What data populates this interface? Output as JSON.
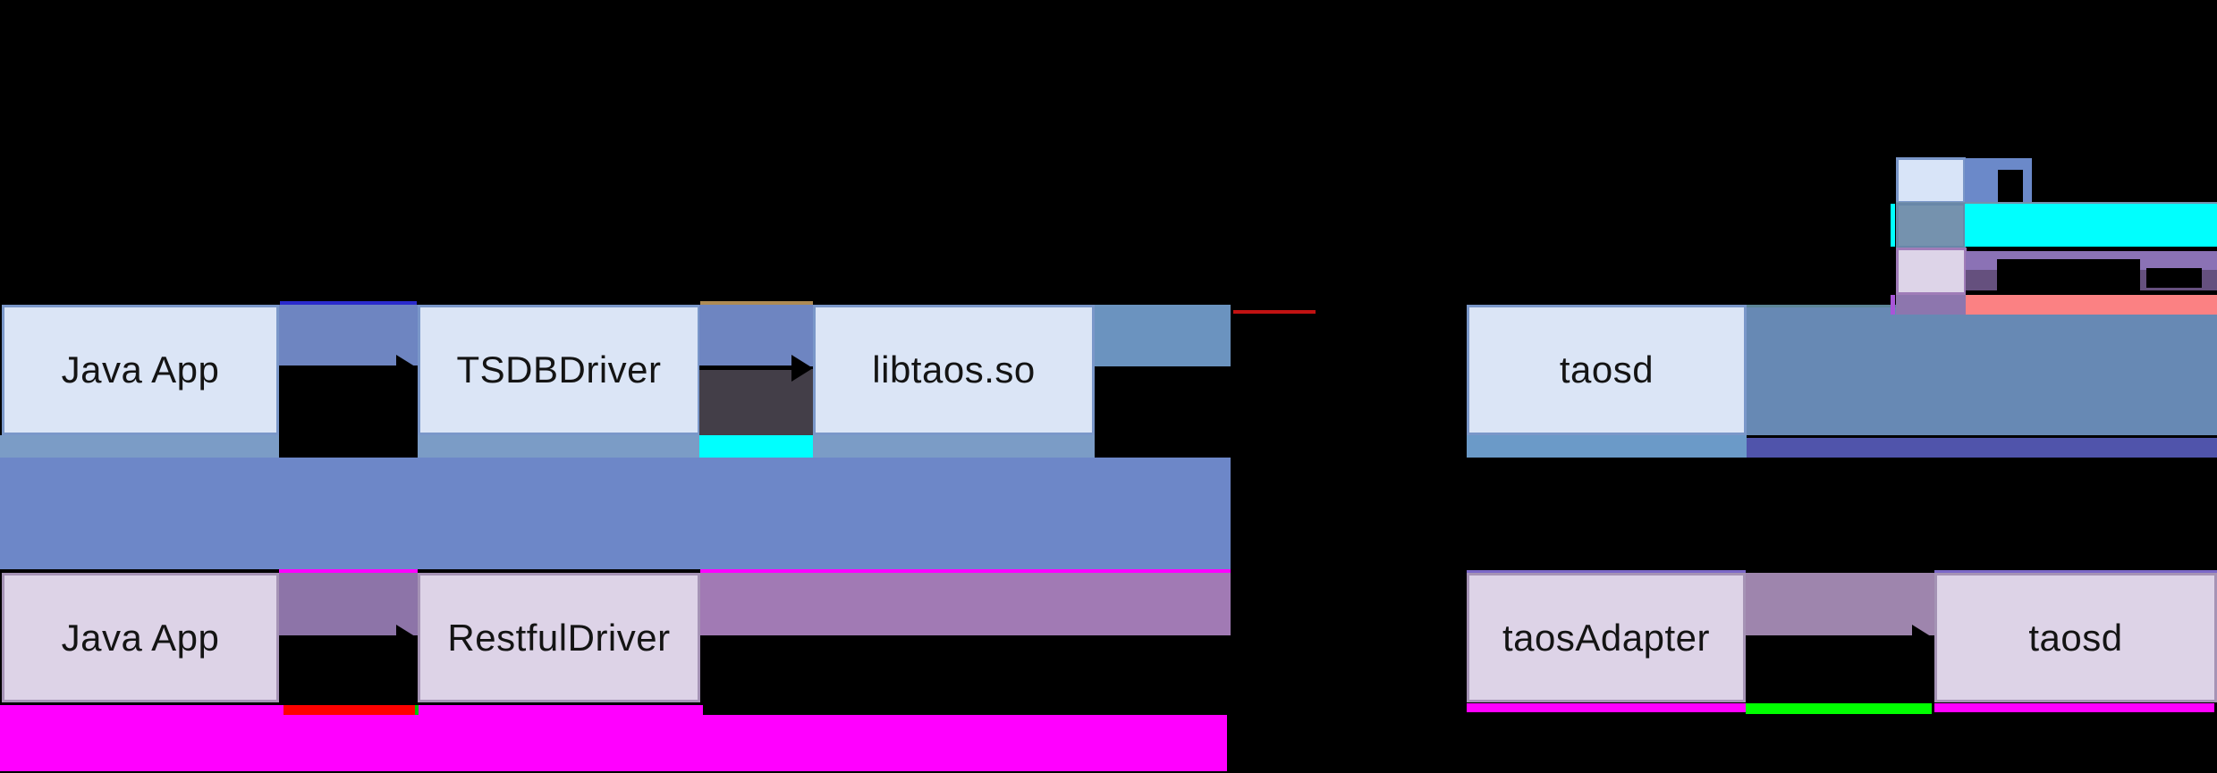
{
  "diagram": {
    "description_visible_text_only": true,
    "jni_flow": {
      "app": "Java App",
      "driver": "TSDBDriver",
      "lib": "libtaos.so",
      "server": "taosd"
    },
    "rest_flow": {
      "app": "Java App",
      "driver": "RestfulDriver",
      "adapter": "taosAdapter",
      "server": "taosd"
    },
    "legend": {
      "rows": 4,
      "labels_visible": false
    },
    "colors": {
      "background": "#000000",
      "box_fill_blue": "#dbe5f6",
      "box_border_blue": "#7a97c9",
      "box_fill_lavender": "#ddd3e7",
      "box_border_lavender": "#a593b5",
      "connector_blue": "#6e85c1",
      "connector_purple": "#8d74a8",
      "connector_purple_right": "#9e85ad",
      "connector_dark_gray": "#433e48",
      "strip_steel": "#7b9cc6",
      "strip_cyan": "#00fffe",
      "middle_band_blue": "#6d87c8",
      "steel_stub": "#6b93bf",
      "right_bar_steel": "#6789b4",
      "right_strip_indigo": "#5054ab",
      "purple_band": "#a17ab4",
      "magenta_band": "#ff00ff",
      "red_strip": "#fe0000",
      "red_line": "#c11212",
      "green_strip": "#00fe00",
      "salmon_bar": "#fb8183",
      "legend_bar_blue": "#6b89c9",
      "legend_swatch_steel": "#7592ae",
      "legend_bar_purple": "#8b72b5",
      "legend_bar_purple_dark": "#65507e",
      "legend_swatch_purple": "#8d76ae",
      "topline_indigo": "#2a2acd",
      "topline_tan": "#ae8b55",
      "topline_violet": "#7c68c8"
    }
  }
}
